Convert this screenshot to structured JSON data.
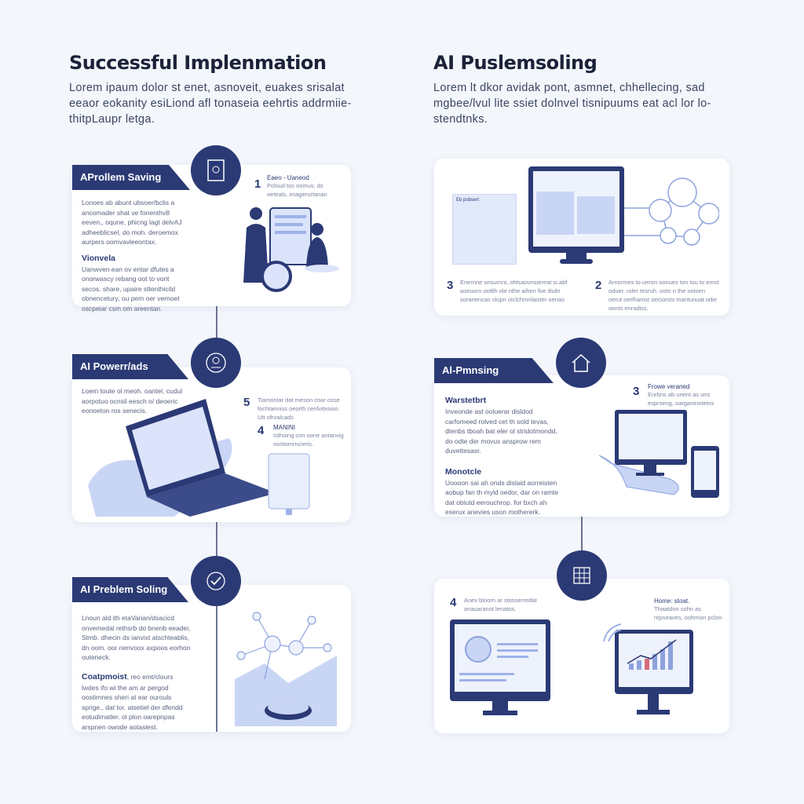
{
  "left": {
    "title": "Successful Implenmation",
    "intro": "Lorem ipaum dolor  st  enet, asnoveit,  euakes srisalat eeaor eokanity esiLiond  afl tonaseia  eehrtis addrmiie- thitpLaupr letga.",
    "cards": [
      {
        "ribbon": "AProllem Saving",
        "body": "Lonoes ab abunt ubsoer/bclis a ancomader shat ve fonenthv8 eeven., oqune, phicng lagt delvAJ adheeblicsel, do moh. deroemox aurpers oomvavleeontax.",
        "sub": "Vionvela",
        "body2": "Uanwven ean ov entar dfutes a onorwascy rebang oot to vorit secos.  share, upaire sttenthicild obnencetury, ou pem oer vernoet oscpeiar csm om areentan.",
        "step_num": "1",
        "step_title": "Eaeo - Uaneod",
        "step_text": "Polsud tos oomus, ds oeteals, imagerurtanan"
      },
      {
        "ribbon": "AI Powerr/ads",
        "body": "Loem toute ol meoh. oantel, cudul aorpotuo ocnsil eesch o/ deoeric eonoeton ros senecis.",
        "step_num": "5",
        "step_title": "Tiamonlar dat meson coar cose",
        "step_text": "fochtanniss oeorth cenfvitxsion. Utt ofrvalcads",
        "step2_num": "4",
        "step2_title": "MANINI",
        "step2_text": "Isthoing con oone antanvig ooritomrncieris."
      },
      {
        "ribbon": "AI Preblem Soling",
        "body": "Lnoun ald ith etaVarian/dsacicd onvemedal rethsrb do bnenb eeadei, Stmb. dhecin ds ianvixt atschteablis, dn oom. oor nenvoox axpoos eorhon outeneck.",
        "sub": "Coatpmoist",
        "sub_suffix": ", reo emt/clours",
        "body2": "lwdes ifo wi the am ar pergod oostirnnes sheri at ear ourouls sprige., dat tor. atsetiel der dfendd eotudimatler. ol plon oarepnpas arspnen owode aotaslest."
      }
    ]
  },
  "right": {
    "title": "AI Puslemsoling",
    "intro": "Lorem lt dkor avidak pont, asmnet, chhellecing, sad mgbee/lvul lite ssiet dolnvel tisnipuums eat acl lor lo- stendtnks.",
    "cards": [
      {
        "panel_title": "Eb pobsert",
        "step_a_num": "3",
        "step_a_text": "Enernne onsumnt, ohtsaovnsiereat si.abf ooeuorn ooltlh ole nthe aihen foe dsdn soranencas slupn oiclchmnlaister oenas",
        "step_b_num": "2",
        "step_b_text": "Arnormex to ueron oonues ton tou to emst oduer. roler tesruh. ootn n the ooloen oerut oerlhamst oeciorsts tnantunuat odie oonts enradiss."
      },
      {
        "ribbon": "Al-Pmnsing",
        "sub": "Warstetbrt",
        "body": "Inveonde ast ooluerar disldod carfomeed rolved cet th sold tevas, dtenbs tboah bat eler ol stridotmondd, do odte der movux ansprow rem duvettesasr.",
        "sub2": "Monotcle",
        "body2": "Uoooon sai ah onds dislaid aorreisten aobup fan th myld oedor, dar on ramte dat obiutd eerouchrop. for bxch ah eserux anevies uson mothererk.",
        "step_num": "3",
        "step_title": "Frowe veraned",
        "step_text": "Enrbns ab ureint as uns esprseng, oarganinoteins"
      },
      {
        "step_num": "4",
        "step_text": "Anev bloorn ar stosoerredat onauaranot lenatos.",
        "step2_title": "Home: stoat.",
        "step2_text": "Thaatdon sohn as repseaves, oohrnon pclon"
      }
    ]
  },
  "colors": {
    "navy": "#2b3a75",
    "light_blue": "#c9d5f5",
    "background": "#f3f6fb"
  }
}
